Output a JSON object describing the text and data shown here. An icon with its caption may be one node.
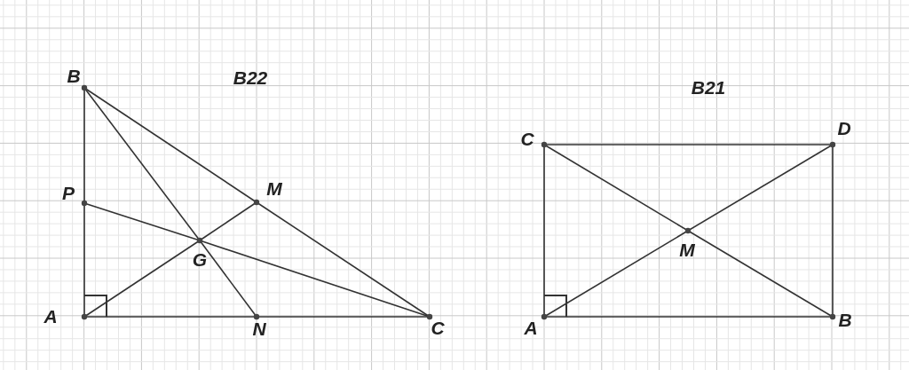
{
  "diagram": {
    "nodes": [
      {
        "text": [
          "B"
        ]
      },
      {
        "text": [
          "P"
        ]
      },
      {
        "text": [
          "M"
        ]
      },
      {
        "text": [
          "G"
        ]
      },
      {
        "text": [
          "A"
        ]
      },
      {
        "text": [
          "N"
        ]
      },
      {
        "text": [
          "C"
        ]
      },
      {
        "text": [
          "C"
        ]
      },
      {
        "text": [
          "D"
        ]
      },
      {
        "text": [
          "M"
        ]
      },
      {
        "text": [
          "A"
        ]
      },
      {
        "text": [
          "B"
        ]
      }
    ],
    "edges": [
      {
        "from": 0,
        "to": 1,
        "arrow": "none"
      },
      {
        "from": 1,
        "to": 4,
        "arrow": "none"
      },
      {
        "from": 4,
        "to": 5,
        "arrow": "none"
      },
      {
        "from": 5,
        "to": 6,
        "arrow": "none"
      },
      {
        "from": 0,
        "to": 2,
        "arrow": "none"
      },
      {
        "from": 2,
        "to": 6,
        "arrow": "none"
      },
      {
        "from": 0,
        "to": 3,
        "arrow": "none"
      },
      {
        "from": 3,
        "to": 5,
        "arrow": "none"
      },
      {
        "from": 1,
        "to": 3,
        "arrow": "none"
      },
      {
        "from": 3,
        "to": 6,
        "arrow": "none"
      },
      {
        "from": 4,
        "to": 3,
        "arrow": "none"
      },
      {
        "from": 3,
        "to": 2,
        "arrow": "none"
      },
      {
        "from": 7,
        "to": 8,
        "arrow": "none"
      },
      {
        "from": 8,
        "to": 11,
        "arrow": "none"
      },
      {
        "from": 11,
        "to": 10,
        "arrow": "none"
      },
      {
        "from": 10,
        "to": 7,
        "arrow": "none"
      },
      {
        "from": 7,
        "to": 9,
        "arrow": "none"
      },
      {
        "from": 9,
        "to": 11,
        "arrow": "none"
      },
      {
        "from": 10,
        "to": 9,
        "arrow": "none"
      },
      {
        "from": 9,
        "to": 8,
        "arrow": "none"
      }
    ],
    "labels": [
      "B22",
      "B21"
    ]
  }
}
